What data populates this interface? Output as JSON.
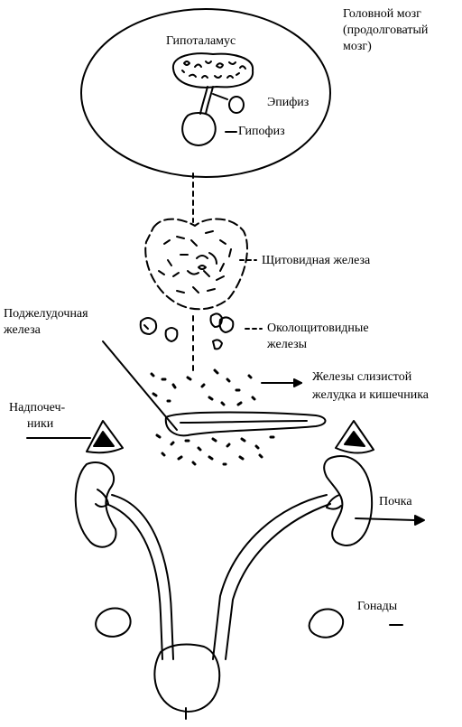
{
  "labels": {
    "brain_line1": "Головной мозг",
    "brain_line2": "(продолговатый",
    "brain_line3": "мозг)",
    "hypothalamus": "Гипоталамус",
    "epiphysis": "Эпифиз",
    "hypophysis": "Гипофиз",
    "thyroid": "Щитовидная железа",
    "pancreas_line1": "Поджелудочная",
    "pancreas_line2": "железа",
    "parathyroid_line1": "Околощитовидные",
    "parathyroid_line2": "железы",
    "mucosa_line1": "Железы слизистой",
    "mucosa_line2": "желудка и кишечника",
    "adrenal_line1": "Надпочеч-",
    "adrenal_line2": "ники",
    "kidney": "Почка",
    "gonads": "Гонады"
  },
  "colors": {
    "ink": "#000000",
    "paper": "#ffffff"
  }
}
